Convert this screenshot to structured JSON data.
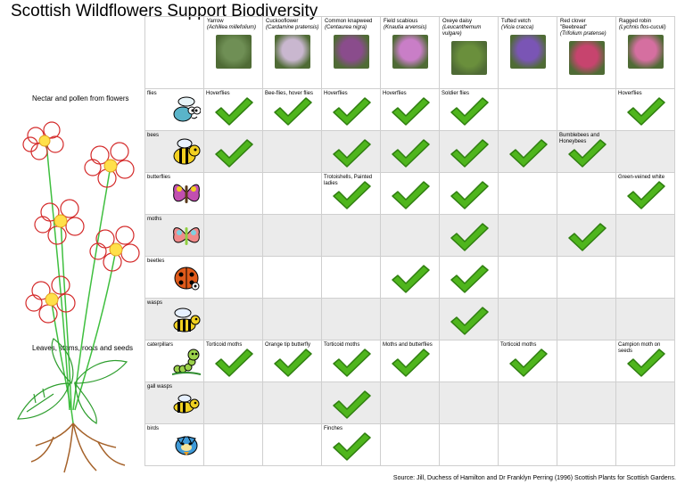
{
  "title": "Scottish Wildflowers Support Biodiversity",
  "sections": {
    "nectar": "Nectar and pollen from flowers",
    "leaves": "Leaves, stems, roots and seeds"
  },
  "plants": [
    {
      "name": "Yarrow",
      "sci": "(Achillea millefolium)",
      "photo": "#6f8f55"
    },
    {
      "name": "Cuckooflower",
      "sci": "(Cardamine pratensis)",
      "photo": "#c9b7cf"
    },
    {
      "name": "Common knapweed",
      "sci": "(Centaurea nigra)",
      "photo": "#8a4c8c"
    },
    {
      "name": "Field scabious",
      "sci": "(Knautia arvensis)",
      "photo": "#c97ec7"
    },
    {
      "name": "Oxeye daisy",
      "sci": "(Leucanthemum vulgare)",
      "photo": "#6a8f3c"
    },
    {
      "name": "Tufted vetch",
      "sci": "(Vicia cracca)",
      "photo": "#7a55b5"
    },
    {
      "name": "Red clover \"Beebread\"",
      "sci": "(Trifolium pratense)",
      "photo": "#c7446e"
    },
    {
      "name": "Ragged robin",
      "sci": "(Lychnis flos-cuculi)",
      "photo": "#d56fa0"
    }
  ],
  "groups": [
    {
      "name": "flies",
      "icon": "fly-icon",
      "cells": [
        {
          "check": true,
          "note": "Hoverflies"
        },
        {
          "check": true,
          "note": "Bee-flies, hover flies"
        },
        {
          "check": true,
          "note": "Hoverflies"
        },
        {
          "check": true,
          "note": "Hoverflies"
        },
        {
          "check": true,
          "note": "Soldier flies"
        },
        {
          "check": false,
          "note": ""
        },
        {
          "check": false,
          "note": ""
        },
        {
          "check": true,
          "note": "Hoverflies"
        }
      ]
    },
    {
      "name": "bees",
      "icon": "bee-icon",
      "cells": [
        {
          "check": true,
          "note": ""
        },
        {
          "check": false,
          "note": ""
        },
        {
          "check": true,
          "note": ""
        },
        {
          "check": true,
          "note": ""
        },
        {
          "check": true,
          "note": ""
        },
        {
          "check": true,
          "note": ""
        },
        {
          "check": true,
          "note": "Bumblebees and Honeybees"
        },
        {
          "check": false,
          "note": ""
        }
      ]
    },
    {
      "name": "butterflies",
      "icon": "butterfly-icon",
      "cells": [
        {
          "check": false,
          "note": ""
        },
        {
          "check": false,
          "note": ""
        },
        {
          "check": true,
          "note": "Trotoishells, Painted ladies"
        },
        {
          "check": true,
          "note": ""
        },
        {
          "check": true,
          "note": ""
        },
        {
          "check": false,
          "note": ""
        },
        {
          "check": false,
          "note": ""
        },
        {
          "check": true,
          "note": "Green-veined white"
        }
      ]
    },
    {
      "name": "moths",
      "icon": "moth-icon",
      "cells": [
        {
          "check": false,
          "note": ""
        },
        {
          "check": false,
          "note": ""
        },
        {
          "check": false,
          "note": ""
        },
        {
          "check": false,
          "note": ""
        },
        {
          "check": true,
          "note": ""
        },
        {
          "check": false,
          "note": ""
        },
        {
          "check": true,
          "note": ""
        },
        {
          "check": false,
          "note": ""
        }
      ]
    },
    {
      "name": "beetles",
      "icon": "ladybird-icon",
      "cells": [
        {
          "check": false,
          "note": ""
        },
        {
          "check": false,
          "note": ""
        },
        {
          "check": false,
          "note": ""
        },
        {
          "check": true,
          "note": ""
        },
        {
          "check": true,
          "note": ""
        },
        {
          "check": false,
          "note": ""
        },
        {
          "check": false,
          "note": ""
        },
        {
          "check": false,
          "note": ""
        }
      ]
    },
    {
      "name": "wasps",
      "icon": "wasp-icon",
      "cells": [
        {
          "check": false,
          "note": ""
        },
        {
          "check": false,
          "note": ""
        },
        {
          "check": false,
          "note": ""
        },
        {
          "check": false,
          "note": ""
        },
        {
          "check": true,
          "note": ""
        },
        {
          "check": false,
          "note": ""
        },
        {
          "check": false,
          "note": ""
        },
        {
          "check": false,
          "note": ""
        }
      ]
    },
    {
      "name": "caterpillars",
      "icon": "caterpillar-icon",
      "cells": [
        {
          "check": true,
          "note": "Torticoid moths"
        },
        {
          "check": true,
          "note": "Orange tip butterfly"
        },
        {
          "check": true,
          "note": "Torticoid moths"
        },
        {
          "check": true,
          "note": "Moths and butterflies"
        },
        {
          "check": false,
          "note": ""
        },
        {
          "check": true,
          "note": "Torticoid moths"
        },
        {
          "check": false,
          "note": ""
        },
        {
          "check": true,
          "note": "Campion moth on seeds"
        }
      ]
    },
    {
      "name": "gall wasps",
      "icon": "gall-wasp-icon",
      "cells": [
        {
          "check": false,
          "note": ""
        },
        {
          "check": false,
          "note": ""
        },
        {
          "check": true,
          "note": ""
        },
        {
          "check": false,
          "note": ""
        },
        {
          "check": false,
          "note": ""
        },
        {
          "check": false,
          "note": ""
        },
        {
          "check": false,
          "note": ""
        },
        {
          "check": false,
          "note": ""
        }
      ]
    },
    {
      "name": "birds",
      "icon": "bird-icon",
      "cells": [
        {
          "check": false,
          "note": ""
        },
        {
          "check": false,
          "note": ""
        },
        {
          "check": true,
          "note": "Finches"
        },
        {
          "check": false,
          "note": ""
        },
        {
          "check": false,
          "note": ""
        },
        {
          "check": false,
          "note": ""
        },
        {
          "check": false,
          "note": ""
        },
        {
          "check": false,
          "note": ""
        }
      ]
    }
  ],
  "source": "Source: Jill, Duchess of Hamilton and Dr Franklyn Perring (1996) Scottish Plants for Scottish Gardens.",
  "colors": {
    "check": "#4fb51d",
    "checkDark": "#2f7e10",
    "fly": "#5ab4c9",
    "bee": "#f3d020",
    "butterfly": "#c24fb1",
    "moth": "#f08a8a",
    "ladybird": "#e05a1a",
    "wasp": "#f0d020",
    "caterpillar": "#9bd24a",
    "bird": "#3f9ad8"
  }
}
